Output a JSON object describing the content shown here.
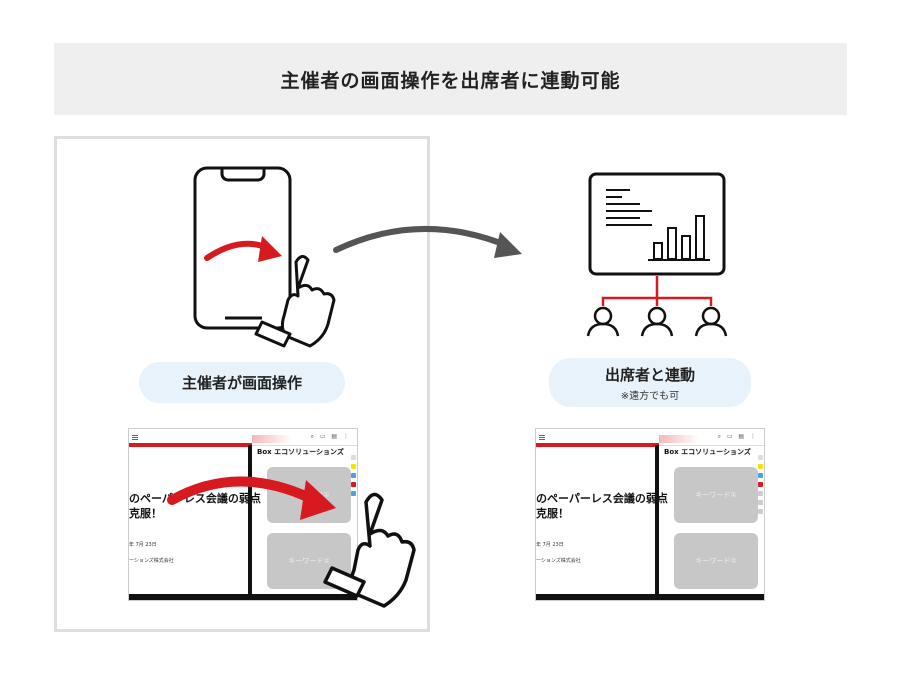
{
  "banner": {
    "title": "主催者の画面操作を出席者に連動可能"
  },
  "left": {
    "label": "主催者が画面操作"
  },
  "right": {
    "label": "出席者と連動",
    "sub": "※遠方でも可"
  },
  "screenshot": {
    "slide_title_line1": "のペーパーレス会議の弱点",
    "slide_title_line2": "克服！",
    "slide_date": "年 7月 23日",
    "slide_org": "ーションズ株式会社",
    "box_title": "Box エコソリューションズ",
    "card1_label": "キーワード①",
    "card2_label": "キーワード②"
  },
  "colors": {
    "accent_red": "#d71920",
    "pill_bg": "#e8f2fa",
    "arrow_gray": "#555555"
  }
}
